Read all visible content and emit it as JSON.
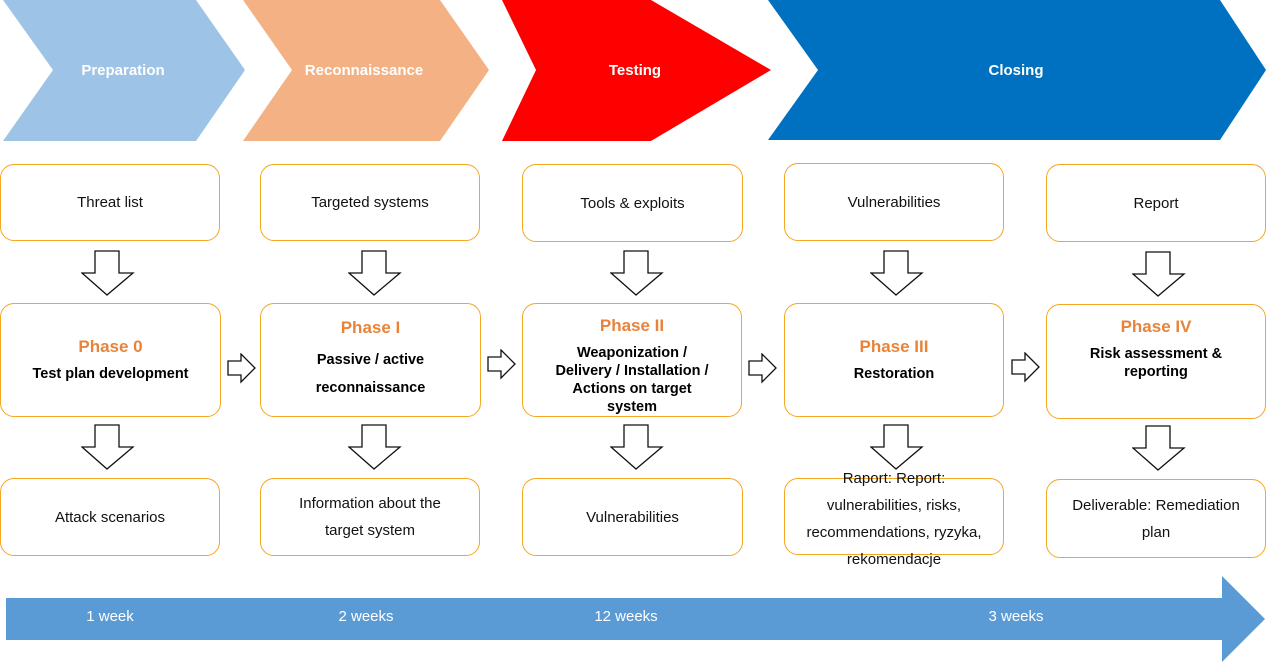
{
  "stages": [
    {
      "label": "Preparation",
      "color": "#9dc3e6"
    },
    {
      "label": "Reconnaissance",
      "color": "#f4b183"
    },
    {
      "label": "Testing",
      "color": "#ff0000"
    },
    {
      "label": "Closing",
      "color": "#0070c0"
    }
  ],
  "columns": [
    {
      "input": "Threat list",
      "phase_title": "Phase 0",
      "phase_desc": "Test plan development",
      "output": "Attack scenarios"
    },
    {
      "input": "Targeted systems",
      "phase_title": "Phase I",
      "phase_desc": "Passive / active reconnaissance",
      "output": "Information about the target system"
    },
    {
      "input": "Tools & exploits",
      "phase_title": "Phase II",
      "phase_desc": "Weaponization / Delivery / Installation / Actions on target system",
      "output": "Vulnerabilities"
    },
    {
      "input": "Vulnerabilities",
      "phase_title": "Phase III",
      "phase_desc": "Restoration",
      "output": "Raport: Report: vulnerabilities, risks, recommendations, ryzyka, rekomendacje"
    },
    {
      "input": "Report",
      "phase_title": "Phase IV",
      "phase_desc": "Risk assessment & reporting",
      "output": "Deliverable: Remediation plan"
    }
  ],
  "timeline": {
    "color": "#5b9bd5",
    "labels": [
      "1 week",
      "2 weeks",
      "12 weeks",
      "3 weeks"
    ]
  },
  "colors": {
    "box_border": "#f5a623",
    "phase_title": "#e8833a"
  },
  "icons": {
    "down_arrow": "hollow-down-arrow-icon",
    "right_arrow": "hollow-right-arrow-icon"
  }
}
